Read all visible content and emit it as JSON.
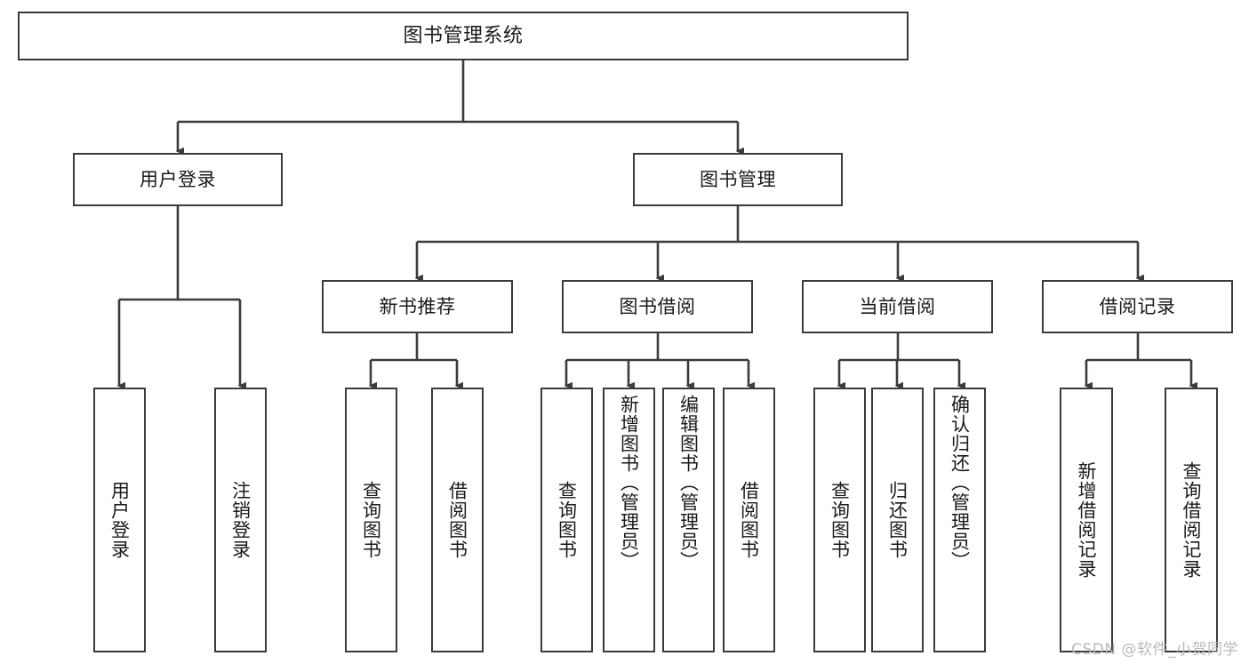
{
  "diagram": {
    "title": "图书管理系统",
    "type": "tree-hierarchy-chart",
    "colors": {
      "stroke": "#3b3b3b",
      "fill": "#ffffff",
      "text": "#1a1a1a",
      "watermark": "#b9b9b9"
    },
    "watermark": "CSDN @软件_小贺同学",
    "nodes": {
      "root": {
        "label": "图书管理系统"
      },
      "level2": [
        {
          "id": "user-login",
          "label": "用户登录"
        },
        {
          "id": "book-manage",
          "label": "图书管理"
        }
      ],
      "level3": [
        {
          "id": "new-book-recommend",
          "label": "新书推荐"
        },
        {
          "id": "book-borrow",
          "label": "图书借阅"
        },
        {
          "id": "current-borrow",
          "label": "当前借阅"
        },
        {
          "id": "borrow-record",
          "label": "借阅记录"
        }
      ],
      "leaves": {
        "user_login": [
          {
            "id": "leaf-user-login",
            "label": "用户登录"
          },
          {
            "id": "leaf-logout-login",
            "label": "注销登录"
          }
        ],
        "new_book_recommend": [
          {
            "id": "leaf-query-book-1",
            "label": "查询图书"
          },
          {
            "id": "leaf-borrow-book-1",
            "label": "借阅图书"
          }
        ],
        "book_borrow": [
          {
            "id": "leaf-query-book-2",
            "label": "查询图书"
          },
          {
            "id": "leaf-add-book-admin",
            "label": "新增图书（管理员）"
          },
          {
            "id": "leaf-edit-book-admin",
            "label": "编辑图书（管理员）"
          },
          {
            "id": "leaf-borrow-book-2",
            "label": "借阅图书"
          }
        ],
        "current_borrow": [
          {
            "id": "leaf-query-book-3",
            "label": "查询图书"
          },
          {
            "id": "leaf-return-book",
            "label": "归还图书"
          },
          {
            "id": "leaf-confirm-return-admin",
            "label": "确认归还（管理员）"
          }
        ],
        "borrow_record": [
          {
            "id": "leaf-add-borrow-record",
            "label": "新增借阅记录"
          },
          {
            "id": "leaf-query-borrow-record",
            "label": "查询借阅记录"
          }
        ]
      }
    }
  }
}
